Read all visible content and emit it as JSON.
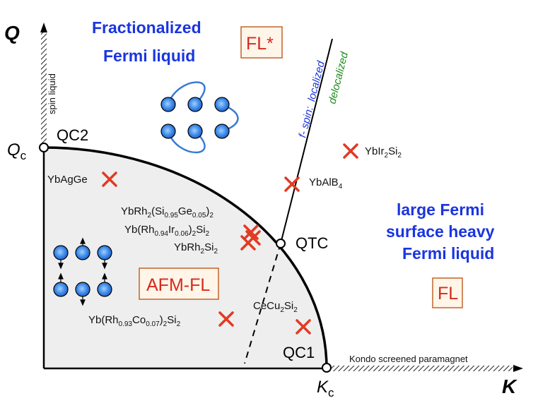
{
  "axes": {
    "y_label": "Q",
    "x_label": "K",
    "qc_main": "Q",
    "qc_sub": "c",
    "kc_main": "K",
    "kc_sub": "c",
    "y_axis_note": "spin liquid",
    "x_axis_note": "Kondo screened paramagnet"
  },
  "critical_points": {
    "qc2": "QC2",
    "qc1": "QC1",
    "qtc": "QTC"
  },
  "phases": {
    "fl_star_line1": "Fractionalized",
    "fl_star_line2": "Fermi liquid",
    "fl_star_box": "FL*",
    "afm_box": "AFM-FL",
    "fl_line1": "large Fermi",
    "fl_line2": "surface heavy",
    "fl_line3": "Fermi liquid",
    "fl_box": "FL"
  },
  "fspin": {
    "prefix": "f- spin:",
    "localized": "localized",
    "delocalized": "delocalized"
  },
  "materials": {
    "ybagge": "YbAgGe",
    "ybir2si2": {
      "a": "YbIr",
      "s1": "2",
      "b": "Si",
      "s2": "2"
    },
    "ybalb4": {
      "a": "YbAlB",
      "s1": "4"
    },
    "ybrh2sige": {
      "a": "YbRh",
      "s1": "2",
      "b": "(Si",
      "s2": "0.95",
      "c": "Ge",
      "s3": "0.05",
      "d": ")",
      "s4": "2"
    },
    "ybrhir": {
      "a": "Yb(Rh",
      "s1": "0.94",
      "b": "Ir",
      "s2": "0.06",
      "c": ")",
      "s3": "2",
      "d": "Si",
      "s4": "2"
    },
    "ybrh2si2": {
      "a": "YbRh",
      "s1": "2",
      "b": "Si",
      "s2": "2"
    },
    "cecu2si2": {
      "a": "CeCu",
      "s1": "2",
      "b": "Si",
      "s2": "2"
    },
    "ybrhco": {
      "a": "Yb(Rh",
      "s1": "0.93",
      "b": "Co",
      "s2": "0.07",
      "c": ")",
      "s3": "2",
      "d": "Si",
      "s4": "2"
    }
  },
  "colors": {
    "phase_label": "#1a35e0",
    "marker": "#e23a22",
    "box_text": "#d62a1e",
    "fspin_localized": "#1a35e0",
    "fspin_delocalized": "#1e8a1e",
    "ordered_region": "#eeeeee"
  }
}
